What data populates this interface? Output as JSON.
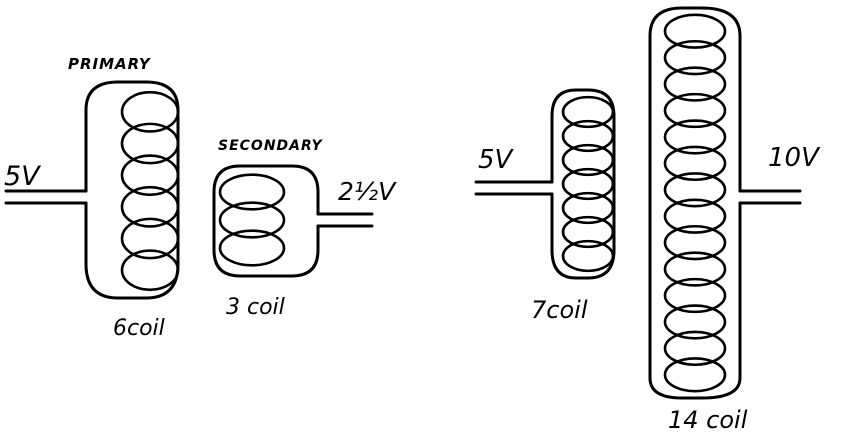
{
  "left_transformer": {
    "primary": {
      "heading": "PRIMARY",
      "voltage": "5V",
      "coil_label": "6coil",
      "turns": 6
    },
    "secondary": {
      "heading": "SECONDARY",
      "voltage": "2½V",
      "coil_label": "3 coil",
      "turns": 3
    }
  },
  "right_transformer": {
    "primary": {
      "voltage": "5V",
      "coil_label": "7coil",
      "turns": 7
    },
    "secondary": {
      "voltage": "10V",
      "coil_label": "14 coil",
      "turns": 14
    }
  }
}
